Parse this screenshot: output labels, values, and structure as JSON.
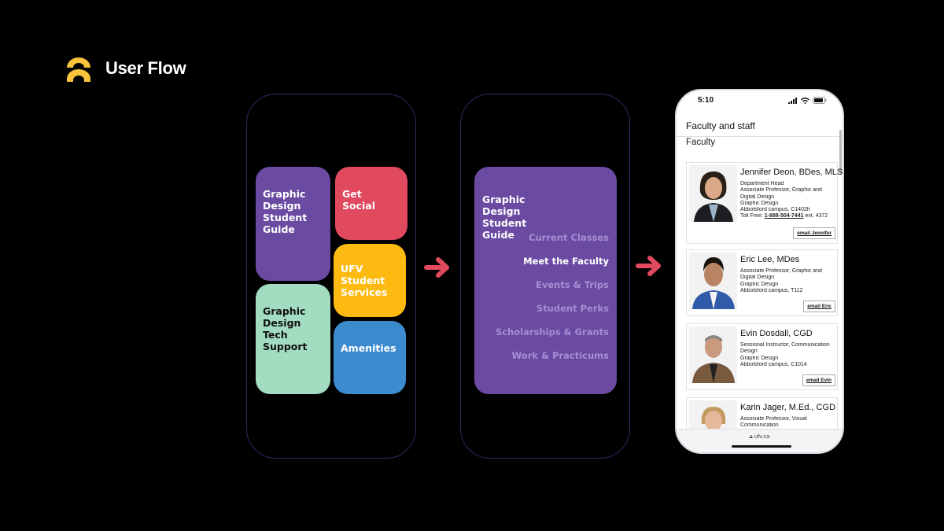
{
  "brand": {
    "title": "User Flow",
    "logo_icon": "arch-logo-icon",
    "logo_color": "#f9c33c"
  },
  "screen1": {
    "tiles": [
      {
        "key": "guide",
        "label": "Graphic\nDesign\nStudent\nGuide",
        "color": "#6b4ba2"
      },
      {
        "key": "social",
        "label": "Get\nSocial",
        "color": "#e1495f"
      },
      {
        "key": "services",
        "label": "UFV\nStudent\nServices",
        "color": "#fdbb12"
      },
      {
        "key": "tech",
        "label": "Graphic\nDesign\nTech\nSupport",
        "color": "#a2dcc1"
      },
      {
        "key": "amenities",
        "label": "Amenities",
        "color": "#3d8bcf"
      }
    ]
  },
  "screen2": {
    "title": "Graphic\nDesign\nStudent\nGuide",
    "color": "#6b4ba2",
    "nav": [
      "Current Classes",
      "Meet the Faculty",
      "Events & Trips",
      "Student Perks",
      "Scholarships & Grants",
      "Work & Practicums"
    ],
    "active_index": 1
  },
  "arrow_color": "#e1495f",
  "screen3": {
    "status_time": "5:10",
    "page_title": "Faculty and staff",
    "section": "Faculty",
    "url": "ufv.ca",
    "people": [
      {
        "name": "Jennifer Deon, BDes, MLS",
        "lines": [
          "Department Head",
          "Associate Professor, Graphic and",
          "Digital Design",
          "Graphic Design",
          "Abbotsford campus, C1402h"
        ],
        "toll_prefix": "Toll Free: ",
        "toll_number": "1-888-504-7441",
        "toll_ext": " ext. 4372",
        "email_label": "email Jennifer"
      },
      {
        "name": "Eric Lee, MDes",
        "lines": [
          "Associate Professor, Graphic and",
          "Digital Design",
          "Graphic Design",
          "Abbotsford campus, T112"
        ],
        "email_label": "email Eric"
      },
      {
        "name": "Evin Dosdall, CGD",
        "lines": [
          "Sessional Instructor, Communication",
          "Design",
          "Graphic Design",
          "Abbotsford campus, C1014"
        ],
        "email_label": "email Evin"
      },
      {
        "name": "Karin Jager, M.Ed., CGD",
        "lines": [
          "Associate Professor, Visual",
          "Communication"
        ]
      }
    ]
  }
}
